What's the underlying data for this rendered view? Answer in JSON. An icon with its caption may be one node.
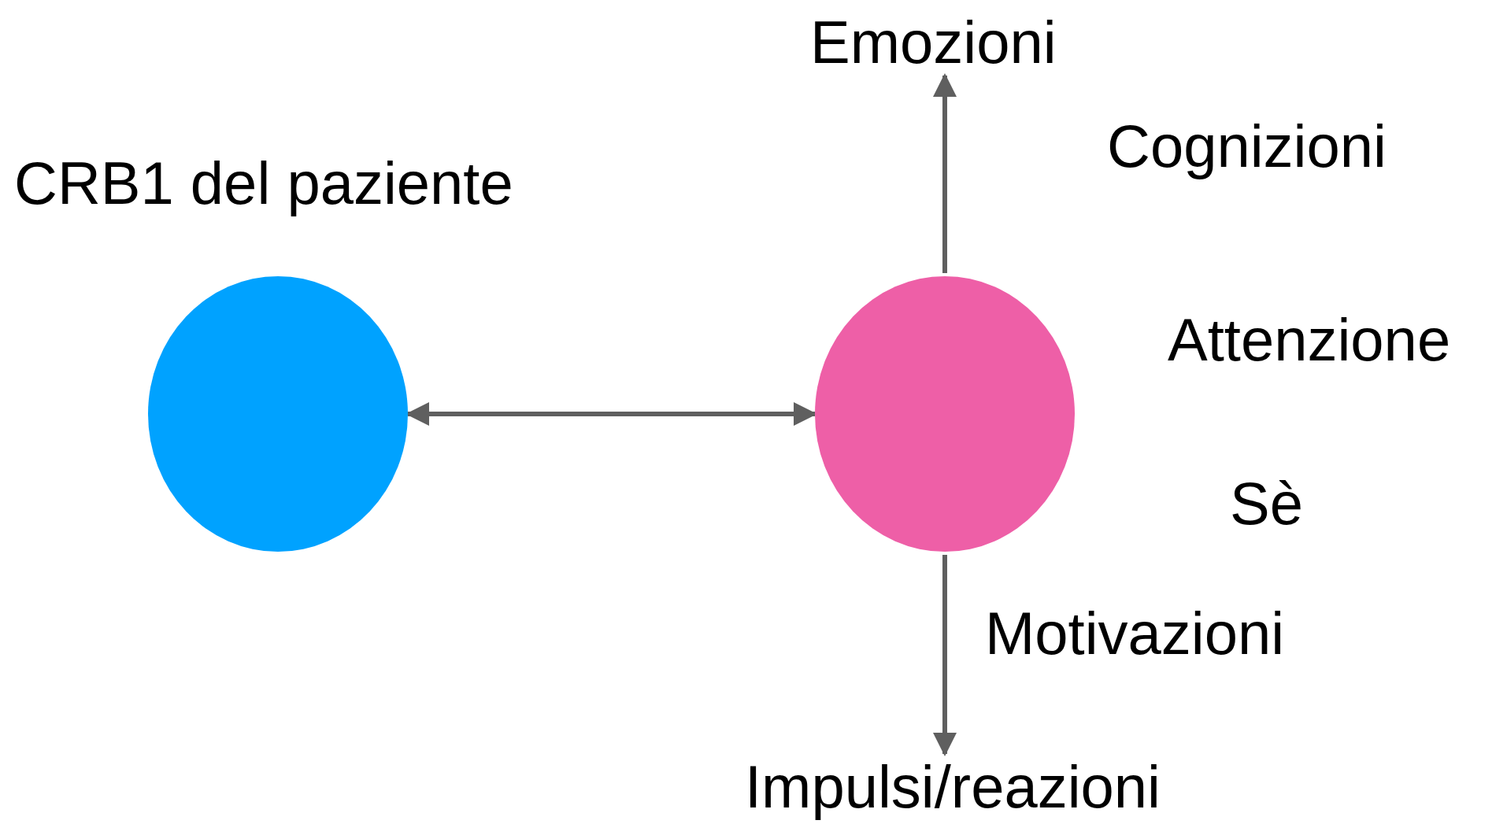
{
  "diagram": {
    "nodes": [
      {
        "text": [
          "Emozioni"
        ]
      },
      {
        "text": [
          "CRB1 del paziente"
        ]
      },
      {
        "text": [],
        "shape": "circle"
      },
      {
        "text": [
          "Impulsi/reazioni"
        ]
      }
    ],
    "edges": [
      {
        "from": 1,
        "to": 2,
        "arrow": "both"
      },
      {
        "from": 2,
        "to": 0,
        "arrow": "to"
      },
      {
        "from": 2,
        "to": 3,
        "arrow": "to"
      }
    ],
    "labels": [
      "Cognizioni",
      "Attenzione",
      "Sè",
      "Motivazioni"
    ]
  }
}
